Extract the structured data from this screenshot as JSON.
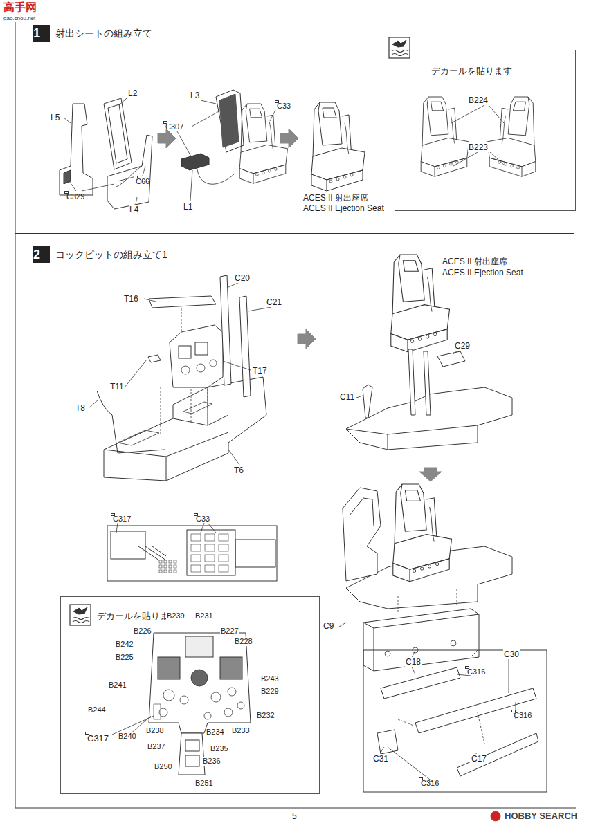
{
  "diagram": {
    "nodes": [
      {
        "text": [
          "射出シートの組み立て"
        ]
      },
      {
        "text": [
          "1"
        ],
        "in": 0
      },
      {
        "text": [
          "C329"
        ],
        "in": 0
      },
      {
        "text": [
          "C66"
        ],
        "in": 0
      },
      {
        "text": [
          "C307"
        ],
        "in": 0
      },
      {
        "text": [
          "C33"
        ],
        "in": 0
      },
      {
        "text": [
          "デカールを貼ります"
        ],
        "in": 0
      },
      {
        "text": [
          "コックピットの組み立て1"
        ]
      },
      {
        "text": [
          "2"
        ],
        "in": 7
      },
      {
        "text": [
          "C317"
        ],
        "in": 7
      },
      {
        "text": [
          "C33"
        ],
        "in": 7
      },
      {
        "text": [
          "デカールを貼ります"
        ],
        "in": 7
      },
      {
        "text": [
          "C317"
        ],
        "in": 11
      },
      {
        "text": [
          "C316"
        ],
        "in": 7
      },
      {
        "text": [
          "C316"
        ],
        "in": 7
      },
      {
        "text": [
          "C316"
        ],
        "in": 7
      }
    ],
    "labels": [
      "高手网",
      "gao.shou.net",
      "L5",
      "L2",
      "L3",
      "L1",
      "L4",
      "ACES II 射出座席",
      "ACES II Ejection Seat",
      "B224",
      "B223",
      "T16",
      "C20",
      "C21",
      "T8",
      "T11",
      "T17",
      "T6",
      "ACES II 射出座席",
      "ACES II Ejection Seat",
      "C29",
      "C11",
      "C9",
      "B239",
      "B231",
      "B226",
      "B227",
      "B242",
      "B228",
      "B225",
      "B243",
      "B241",
      "B229",
      "B244",
      "B232",
      "B240",
      "B238",
      "B234",
      "B233",
      "B237",
      "B235",
      "B236",
      "B250",
      "B251",
      "C30",
      "C18",
      "C31",
      "C17",
      "5",
      "HOBBY SEARCH"
    ]
  }
}
